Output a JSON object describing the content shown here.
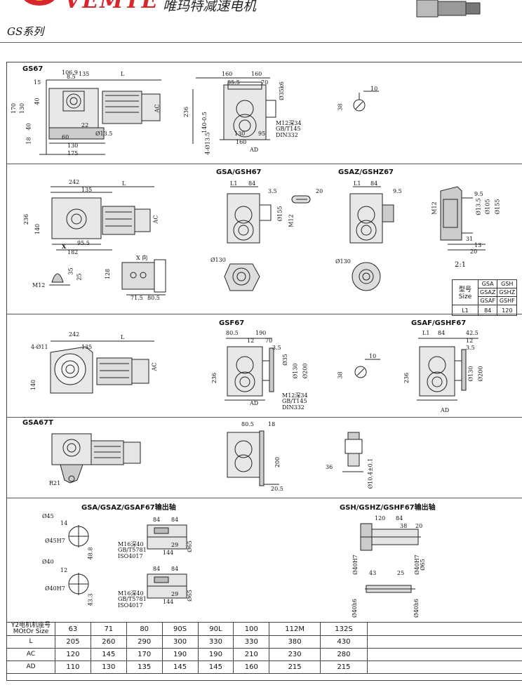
{
  "header": {
    "logo_text": "VEMTE",
    "brand_cn": "唯玛特减速电机",
    "series": "GS系列"
  },
  "sections": {
    "gs67": {
      "title": "GS67"
    },
    "gsa": {
      "title_a": "GSA/GSH67",
      "title_az": "GSAZ/GSHZ67",
      "scale": "2:1",
      "x_view": "X 向",
      "x_mark": "X"
    },
    "gsf": {
      "title_f": "GSF67",
      "title_af": "GSAF/GSHF67"
    },
    "gsa67t": {
      "title": "GSA67T"
    },
    "shafts": {
      "title_left": "GSA/GSAZ/GSAF67输出轴",
      "title_right": "GSH/GSHZ/GSHF67输出轴"
    }
  },
  "dims": {
    "d1": "106.9",
    "d2": "8.5",
    "d3": "135",
    "d4": "L",
    "d5": "15",
    "d6": "170",
    "d7": "130",
    "d8": "40",
    "d9": "40",
    "d10": "18",
    "d11": "60",
    "d12": "130",
    "d13": "175",
    "d14": "22",
    "d15": "Ø13.5",
    "d16": "AC",
    "d17": "160",
    "d18": "160",
    "d19": "85.5",
    "d20": "70",
    "d21": "Ø35k6",
    "d22": "236",
    "d23": "140-0.5",
    "d24": "4-Ø13.5",
    "d25": "130",
    "d26": "95",
    "d27": "160",
    "d28": "AD",
    "d29": "M12深34",
    "d30": "GB/T145",
    "d31": "DIN332",
    "d32": "10",
    "d33": "38",
    "d34": "242",
    "d35": "135",
    "d36": "L",
    "d37": "236",
    "d38": "140",
    "d39": "AC",
    "d40": "95.5",
    "d41": "182",
    "d42": "X",
    "d43": "L1",
    "d44": "84",
    "d45": "3.5",
    "d46": "20",
    "d47": "Ø155",
    "d48": "M12",
    "d49": "L1",
    "d50": "84",
    "d51": "9.5",
    "d52": "M12",
    "d53": "9.5",
    "d54": "Ø13.5",
    "d55": "Ø105",
    "d56": "Ø155",
    "d57": "31",
    "d58": "13",
    "d59": "20",
    "d60": "M12",
    "d61": "35",
    "d62": "25",
    "d63": "128",
    "d64": "71.5",
    "d65": "80.5",
    "d66": "Ø130",
    "d67": "Ø130",
    "d68": "242",
    "d69": "4-Ø11",
    "d70": "135",
    "d71": "L",
    "d72": "140",
    "d73": "AC",
    "d74": "80.5",
    "d75": "190",
    "d76": "12",
    "d77": "70",
    "d78": "3.5",
    "d79": "Ø35",
    "d80": "Ø130",
    "d81": "Ø200",
    "d82": "236",
    "d83": "AD",
    "d84": "M12深34",
    "d85": "GB/T145",
    "d86": "DIN332",
    "d87": "10",
    "d88": "38",
    "d89": "L1",
    "d90": "84",
    "d91": "42.5",
    "d92": "12",
    "d93": "3.5",
    "d94": "Ø130",
    "d95": "Ø200",
    "d96": "236",
    "d97": "AD",
    "d98": "80.5",
    "d99": "18",
    "d100": "200",
    "d101": "20.5",
    "d102": "R21",
    "d103": "36",
    "d104": "Ø10.4±0.1",
    "d105": "Ø45",
    "d106": "14",
    "d107": "Ø45H7",
    "d108": "48.8",
    "d109": "Ø40",
    "d110": "12",
    "d111": "Ø40H7",
    "d112": "43.3",
    "d113": "84",
    "d114": "84",
    "d115": "M16深40",
    "d116": "GB/T5781",
    "d117": "ISO4017",
    "d118": "29",
    "d119": "144",
    "d120": "Ø65",
    "d121": "84",
    "d122": "84",
    "d123": "M16深40",
    "d124": "GB/T5781",
    "d125": "ISO4017",
    "d126": "29",
    "d127": "144",
    "d128": "Ø65",
    "d129": "120",
    "d130": "84",
    "d131": "38",
    "d132": "20",
    "d133": "Ø40H7",
    "d134": "Ø40H7",
    "d135": "Ø65",
    "d136": "43",
    "d137": "25",
    "d138": "Ø40h6",
    "d139": "Ø40h6"
  },
  "size_table": {
    "row1_label": "型号",
    "row1_label2": "Size",
    "cols": [
      [
        "GSA",
        "GSAZ",
        "GSAF"
      ],
      [
        "GSH",
        "GSHZ",
        "GSHF"
      ]
    ],
    "row2_label": "L1",
    "row2_values": [
      "84",
      "120"
    ]
  },
  "motor_table": {
    "header_label": "Y2电机机座号",
    "header_label2": "MOtOr Size",
    "sizes": [
      "63",
      "71",
      "80",
      "90S",
      "90L",
      "100",
      "112M",
      "132S"
    ],
    "rows": [
      {
        "label": "L",
        "values": [
          "205",
          "260",
          "290",
          "300",
          "330",
          "330",
          "380",
          "430"
        ]
      },
      {
        "label": "AC",
        "values": [
          "120",
          "145",
          "170",
          "190",
          "190",
          "210",
          "230",
          "280"
        ]
      },
      {
        "label": "AD",
        "values": [
          "110",
          "130",
          "135",
          "145",
          "145",
          "160",
          "215",
          "215"
        ]
      }
    ]
  },
  "colors": {
    "brand_red": "#d8262c",
    "line": "#222222"
  }
}
